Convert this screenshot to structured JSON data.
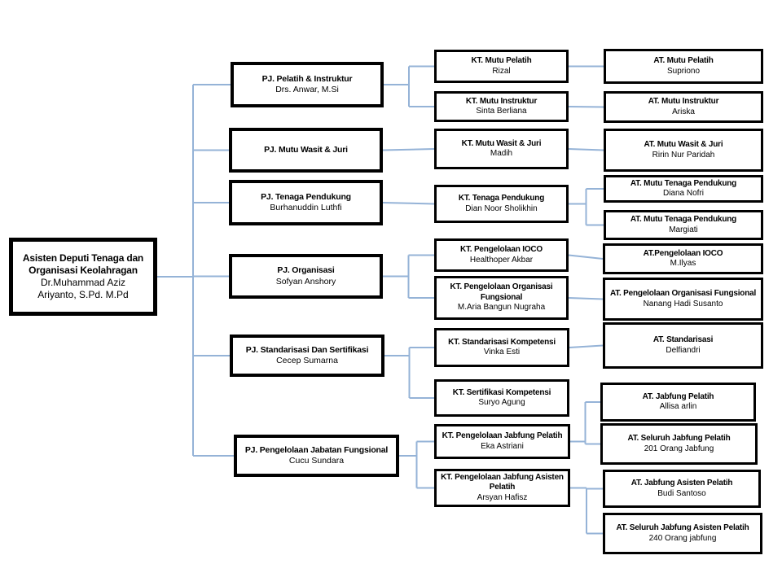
{
  "page": {
    "background": "#ffffff"
  },
  "org_chart": {
    "line_color": "#95b3d7",
    "box_border_color": "#000000",
    "box_fill_color": "#ffffff",
    "nodes": [
      {
        "id": "root",
        "title": "Asisten Deputi Tenaga dan Organisasi Keolahragan",
        "name": "Dr.Muhammad Aziz",
        "name2": "Ariyanto, S.Pd. M.Pd"
      },
      {
        "id": "pj-pelatih-instruktur",
        "title": "PJ. Pelatih & Instruktur",
        "name": "Drs. Anwar, M.Si"
      },
      {
        "id": "pj-mutu-wasit-juri",
        "title": "PJ. Mutu Wasit & Juri",
        "name": ""
      },
      {
        "id": "pj-tenaga-pendukung",
        "title": "PJ. Tenaga Pendukung",
        "name": "Burhanuddin Luthfi"
      },
      {
        "id": "pj-organisasi",
        "title": "PJ. Organisasi",
        "name": "Sofyan Anshory"
      },
      {
        "id": "pj-standarisasi-sertifikasi",
        "title": "PJ. Standarisasi Dan Sertifikasi",
        "name": "Cecep Sumarna"
      },
      {
        "id": "pj-jabatan-fungsional",
        "title": "PJ. Pengelolaan Jabatan Fungsional",
        "name": "Cucu Sundara"
      },
      {
        "id": "kt-mutu-pelatih",
        "title": "KT. Mutu Pelatih",
        "name": "Rizal"
      },
      {
        "id": "kt-mutu-instruktur",
        "title": "KT. Mutu Instruktur",
        "name": "Sinta Berliana"
      },
      {
        "id": "kt-mutu-wasit-juri",
        "title": "KT. Mutu Wasit & Juri",
        "name": "Madih"
      },
      {
        "id": "kt-tenaga-pendukung",
        "title": "KT. Tenaga Pendukung",
        "name": "Dian Noor Sholikhin"
      },
      {
        "id": "kt-pengelolaan-ioco",
        "title": "KT. Pengelolaan IOCO",
        "name": "Healthoper Akbar"
      },
      {
        "id": "kt-pengelolaan-organisasi-fungsional",
        "title": "KT. Pengelolaan Organisasi Fungsional",
        "name": "M.Aria Bangun Nugraha"
      },
      {
        "id": "kt-standarisasi-kompetensi",
        "title": "KT. Standarisasi Kompetensi",
        "name": "Vinka Esti"
      },
      {
        "id": "kt-sertifikasi-kompetensi",
        "title": "KT. Sertifikasi Kompetensi",
        "name": "Suryo Agung"
      },
      {
        "id": "kt-jabfung-pelatih",
        "title": "KT. Pengelolaan Jabfung Pelatih",
        "name": "Eka Astriani",
        "inline_name": true
      },
      {
        "id": "kt-jabfung-asisten-pelatih",
        "title": "KT. Pengelolaan Jabfung Asisten Pelatih",
        "name": "Arsyan Hafisz"
      },
      {
        "id": "at-mutu-pelatih",
        "title": "AT. Mutu Pelatih",
        "name": "Supriono"
      },
      {
        "id": "at-mutu-instruktur",
        "title": "AT. Mutu Instruktur",
        "name": "Ariska"
      },
      {
        "id": "at-mutu-wasit-juri",
        "title": "AT. Mutu Wasit & Juri",
        "name": "Ririn Nur Paridah"
      },
      {
        "id": "at-mutu-tenaga-pendukung-1",
        "title": "AT. Mutu Tenaga Pendukung",
        "name": "Diana Nofri"
      },
      {
        "id": "at-mutu-tenaga-pendukung-2",
        "title": "AT. Mutu Tenaga Pendukung",
        "name": "Margiati"
      },
      {
        "id": "at-pengelolaan-ioco",
        "title": "AT.Pengelolaan IOCO",
        "name": "M.Ilyas"
      },
      {
        "id": "at-pengelolaan-organisasi-fungsional",
        "title": "AT. Pengelolaan Organisasi Fungsional",
        "name": "Nanang Hadi Susanto"
      },
      {
        "id": "at-standarisasi",
        "title": "AT. Standarisasi",
        "name": "Delfiandri"
      },
      {
        "id": "at-jabfung-pelatih",
        "title": "AT. Jabfung Pelatih",
        "name": "Allisa arlin"
      },
      {
        "id": "at-seluruh-jabfung-pelatih",
        "title": "AT. Seluruh Jabfung Pelatih",
        "name": "201 Orang Jabfung"
      },
      {
        "id": "at-jabfung-asisten-pelatih",
        "title": "AT. Jabfung Asisten Pelatih",
        "name": "Budi Santoso"
      },
      {
        "id": "at-seluruh-jabfung-asisten-pelatih",
        "title": "AT. Seluruh Jabfung Asisten Pelatih",
        "name": "240 Orang jabfung"
      }
    ],
    "edges": [
      {
        "from": "root",
        "to": "pj-pelatih-instruktur"
      },
      {
        "from": "root",
        "to": "pj-mutu-wasit-juri"
      },
      {
        "from": "root",
        "to": "pj-tenaga-pendukung"
      },
      {
        "from": "root",
        "to": "pj-organisasi"
      },
      {
        "from": "root",
        "to": "pj-standarisasi-sertifikasi"
      },
      {
        "from": "root",
        "to": "pj-jabatan-fungsional"
      },
      {
        "from": "pj-pelatih-instruktur",
        "to": "kt-mutu-pelatih"
      },
      {
        "from": "pj-pelatih-instruktur",
        "to": "kt-mutu-instruktur"
      },
      {
        "from": "pj-mutu-wasit-juri",
        "to": "kt-mutu-wasit-juri"
      },
      {
        "from": "pj-tenaga-pendukung",
        "to": "kt-tenaga-pendukung"
      },
      {
        "from": "pj-organisasi",
        "to": "kt-pengelolaan-ioco"
      },
      {
        "from": "pj-organisasi",
        "to": "kt-pengelolaan-organisasi-fungsional"
      },
      {
        "from": "pj-standarisasi-sertifikasi",
        "to": "kt-standarisasi-kompetensi"
      },
      {
        "from": "pj-standarisasi-sertifikasi",
        "to": "kt-sertifikasi-kompetensi"
      },
      {
        "from": "pj-jabatan-fungsional",
        "to": "kt-jabfung-pelatih"
      },
      {
        "from": "pj-jabatan-fungsional",
        "to": "kt-jabfung-asisten-pelatih"
      },
      {
        "from": "kt-mutu-pelatih",
        "to": "at-mutu-pelatih"
      },
      {
        "from": "kt-mutu-instruktur",
        "to": "at-mutu-instruktur"
      },
      {
        "from": "kt-mutu-wasit-juri",
        "to": "at-mutu-wasit-juri"
      },
      {
        "from": "kt-tenaga-pendukung",
        "to": "at-mutu-tenaga-pendukung-1"
      },
      {
        "from": "kt-tenaga-pendukung",
        "to": "at-mutu-tenaga-pendukung-2"
      },
      {
        "from": "kt-pengelolaan-ioco",
        "to": "at-pengelolaan-ioco"
      },
      {
        "from": "kt-pengelolaan-organisasi-fungsional",
        "to": "at-pengelolaan-organisasi-fungsional"
      },
      {
        "from": "kt-standarisasi-kompetensi",
        "to": "at-standarisasi"
      },
      {
        "from": "kt-jabfung-pelatih",
        "to": "at-jabfung-pelatih"
      },
      {
        "from": "kt-jabfung-pelatih",
        "to": "at-seluruh-jabfung-pelatih"
      },
      {
        "from": "kt-jabfung-asisten-pelatih",
        "to": "at-jabfung-asisten-pelatih"
      },
      {
        "from": "kt-jabfung-asisten-pelatih",
        "to": "at-seluruh-jabfung-asisten-pelatih"
      }
    ]
  }
}
